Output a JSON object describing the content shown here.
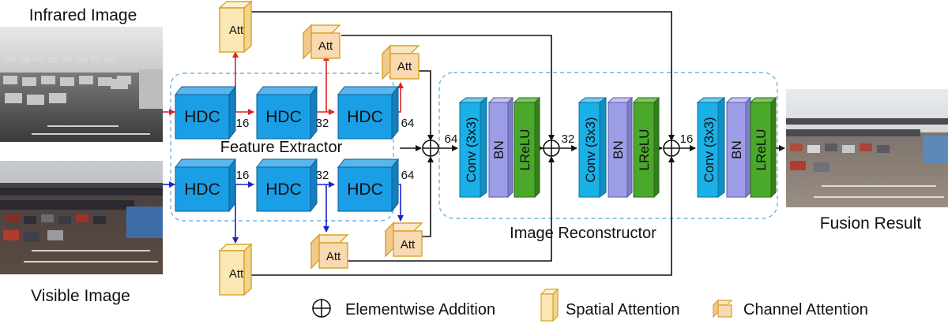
{
  "inputs": {
    "infrared_title": "Infrared Image",
    "visible_title": "Visible Image"
  },
  "output": {
    "title": "Fusion Result"
  },
  "feature_extractor": {
    "title": "Feature Extractor",
    "block_label": "HDC",
    "channels_top": [
      "16",
      "32",
      "64"
    ],
    "channels_bottom": [
      "16",
      "32",
      "64"
    ]
  },
  "attention": {
    "label": "Att"
  },
  "reconstructor": {
    "title": "Image Reconstructor",
    "conv_label": "Conv (3x3)",
    "bn_label": "BN",
    "act_label": "LReLU",
    "channels": [
      "64",
      "32",
      "16"
    ]
  },
  "legend": {
    "addition": "Elementwise Addition",
    "spatial": "Spatial Attention",
    "channel": "Channel Attention"
  },
  "colors": {
    "hdc_fill": "#1a9ee6",
    "conv_fill": "#1ab0e8",
    "bn_fill": "#9e9ee8",
    "lrelu_fill": "#4aa82a",
    "att_spatial_fill": "#fbe7b3",
    "att_channel_fill": "#f8d9b0",
    "att_stroke": "#d8a229",
    "infrared_arrow": "#e6201e",
    "visible_arrow": "#1a24c8",
    "dashed_box": "#6fb4e0"
  }
}
